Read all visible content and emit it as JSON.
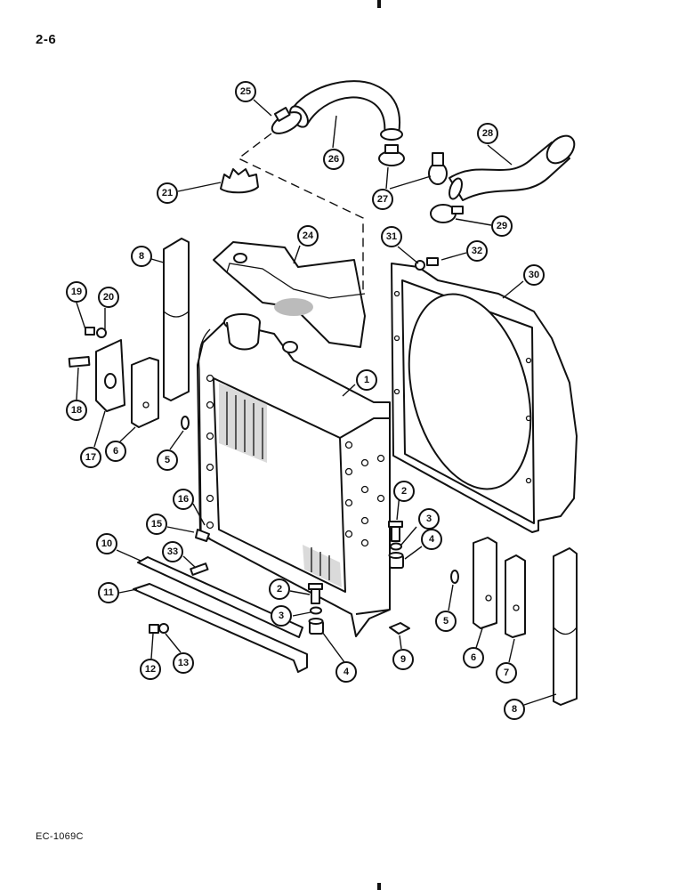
{
  "page": {
    "number": "2-6",
    "figure_code": "EC-1069C"
  },
  "callouts": [
    {
      "id": "c1",
      "label": "1"
    },
    {
      "id": "c2a",
      "label": "2"
    },
    {
      "id": "c2b",
      "label": "2"
    },
    {
      "id": "c3a",
      "label": "3"
    },
    {
      "id": "c3b",
      "label": "3"
    },
    {
      "id": "c4a",
      "label": "4"
    },
    {
      "id": "c4b",
      "label": "4"
    },
    {
      "id": "c5a",
      "label": "5"
    },
    {
      "id": "c5b",
      "label": "5"
    },
    {
      "id": "c6a",
      "label": "6"
    },
    {
      "id": "c6b",
      "label": "6"
    },
    {
      "id": "c7",
      "label": "7"
    },
    {
      "id": "c8a",
      "label": "8"
    },
    {
      "id": "c8b",
      "label": "8"
    },
    {
      "id": "c9",
      "label": "9"
    },
    {
      "id": "c10",
      "label": "10"
    },
    {
      "id": "c11",
      "label": "11"
    },
    {
      "id": "c12",
      "label": "12"
    },
    {
      "id": "c13",
      "label": "13"
    },
    {
      "id": "c15",
      "label": "15"
    },
    {
      "id": "c16",
      "label": "16"
    },
    {
      "id": "c17",
      "label": "17"
    },
    {
      "id": "c18",
      "label": "18"
    },
    {
      "id": "c19",
      "label": "19"
    },
    {
      "id": "c20",
      "label": "20"
    },
    {
      "id": "c21",
      "label": "21"
    },
    {
      "id": "c24",
      "label": "24"
    },
    {
      "id": "c25",
      "label": "25"
    },
    {
      "id": "c26",
      "label": "26"
    },
    {
      "id": "c27",
      "label": "27"
    },
    {
      "id": "c28",
      "label": "28"
    },
    {
      "id": "c29",
      "label": "29"
    },
    {
      "id": "c30",
      "label": "30"
    },
    {
      "id": "c31",
      "label": "31"
    },
    {
      "id": "c32",
      "label": "32"
    },
    {
      "id": "c33",
      "label": "33"
    }
  ]
}
